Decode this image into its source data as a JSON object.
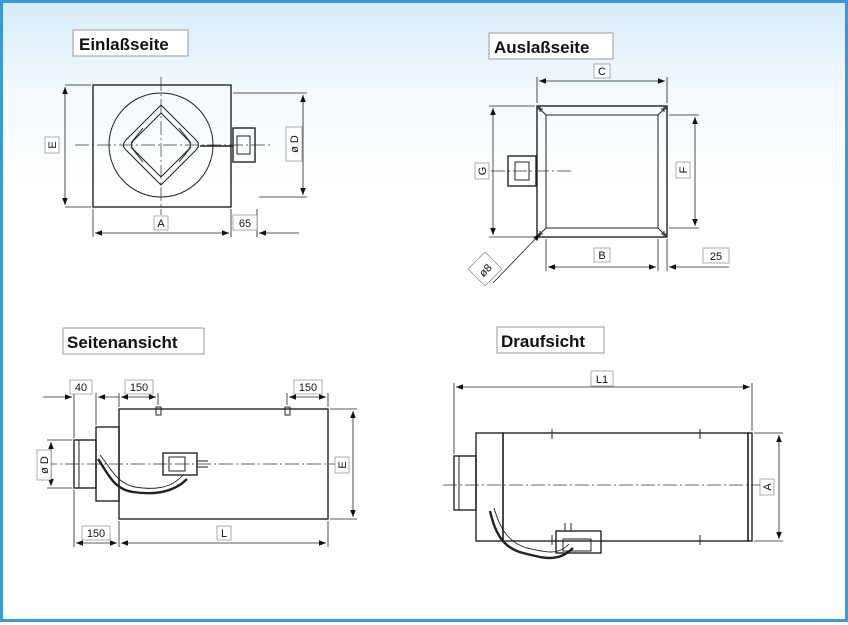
{
  "views": {
    "inlet": {
      "title": "Einlaßseite",
      "dims": {
        "height": "E",
        "diameter": "ø D",
        "width": "A",
        "offset": "65"
      }
    },
    "outlet": {
      "title": "Auslaßseite",
      "dims": {
        "top": "C",
        "left": "G",
        "right": "F",
        "bottom": "B",
        "offset": "25",
        "hole": "ø8"
      }
    },
    "side": {
      "title": "Seitenansicht",
      "dims": {
        "spigot": "40",
        "top_left": "150",
        "top_right": "150",
        "diameter": "ø D",
        "height": "E",
        "bottom_left": "150",
        "length": "L"
      }
    },
    "top": {
      "title": "Draufsicht",
      "dims": {
        "length": "L1",
        "height": "A"
      }
    }
  }
}
